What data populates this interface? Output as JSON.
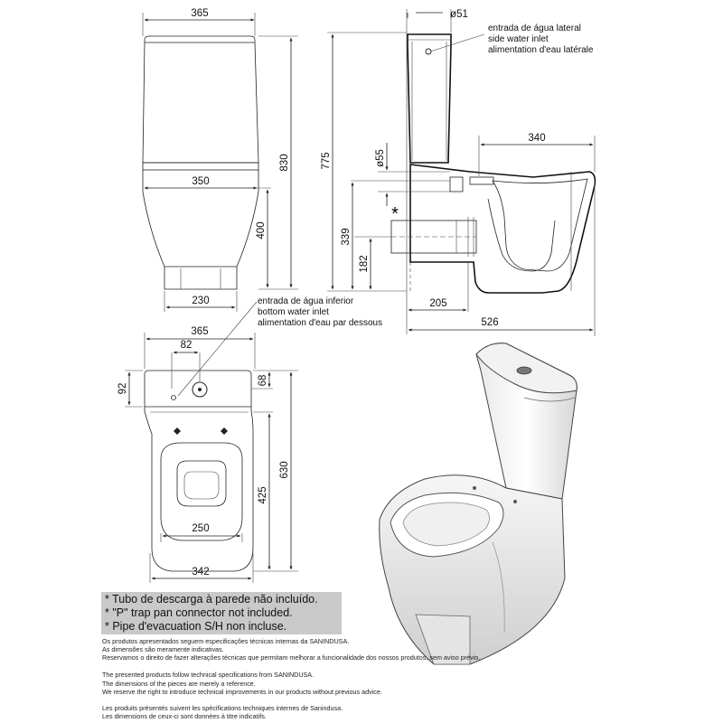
{
  "dimensions": {
    "front_width_top": "365",
    "front_width_tank": "350",
    "front_width_base": "230",
    "front_height_total": "830",
    "front_height_bowl": "400",
    "side_inlet_diameter": "ø51",
    "side_outlet_diameter": "ø55",
    "side_height_tank": "775",
    "side_height_outlet": "339",
    "side_height_low": "182",
    "side_depth_bowl": "340",
    "side_depth_outlet": "205",
    "side_depth_total": "526",
    "plan_width_top": "365",
    "plan_inlet_offset": "82",
    "plan_tank_depth": "92",
    "plan_inlet_y": "68",
    "plan_depth_total": "630",
    "plan_depth_bowl": "425",
    "plan_seat_width": "250",
    "plan_width_bottom": "342"
  },
  "labels": {
    "side_inlet": [
      "entrada de água lateral",
      "side water inlet",
      "alimentation d'eau latérale"
    ],
    "bottom_inlet": [
      "entrada de água inferior",
      "bottom water inlet",
      "alimentation d'eau par dessous"
    ],
    "asterisk": "*"
  },
  "notes": [
    "* Tubo de descarga à parede não incluído.",
    "* \"P\" trap pan connector not included.",
    "* Pipe d'evacuation S/H non incluse."
  ],
  "disclaimer_pt": [
    "Os produtos apresentados seguem especificações técnicas internas da SANINDUSA.",
    "As dimensões são meramente indicativas.",
    "Reservamos o direito de fazer alterações técnicas que permitam melhorar a funcionalidade dos nossos produtos, sem aviso prévio."
  ],
  "disclaimer_en": [
    "The presented products follow technical specifications from SANINDUSA.",
    "The dimensions of the pieces are merely a reference.",
    "We reserve the right to introduce technical improvements in our products without previous advice."
  ],
  "disclaimer_fr": [
    "Les produits présentés suivent les spécifications techniques internes de Sanindusa.",
    "Les dimensions de ceux-ci sont données à titre indicatifs."
  ]
}
